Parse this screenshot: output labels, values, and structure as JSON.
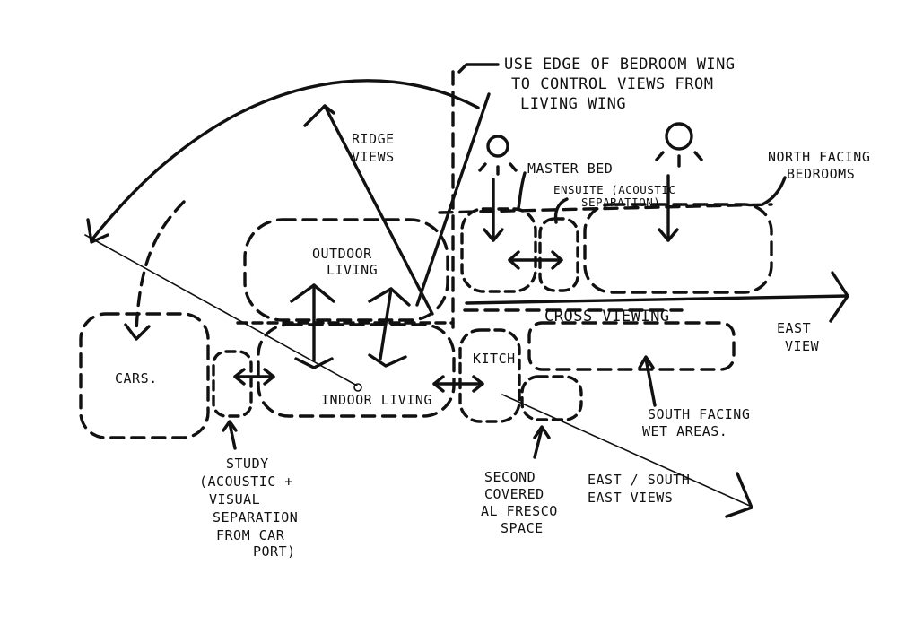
{
  "labels": {
    "bedroom_wing_note": [
      "USE EDGE OF BEDROOM WING",
      "TO CONTROL VIEWS FROM",
      "LIVING WING"
    ],
    "ridge_views": [
      "RIDGE",
      "VIEWS"
    ],
    "master_bed": "MASTER BED",
    "ensuite": [
      "ENSUITE (ACOUSTIC",
      "SEPARATION)"
    ],
    "north_bedrooms": [
      "NORTH FACING",
      "BEDROOMS"
    ],
    "outdoor_living": [
      "OUTDOOR",
      "LIVING"
    ],
    "cross_viewing": "CROSS VIEWING",
    "east_view": [
      "EAST",
      "VIEW"
    ],
    "cars": "CARS.",
    "indoor_living": "INDOOR LIVING",
    "kitch": "KITCH.",
    "south_wet": [
      "SOUTH FACING",
      "WET AREAS."
    ],
    "study": [
      "STUDY",
      "(ACOUSTIC +",
      "VISUAL",
      "SEPARATION",
      "FROM CAR",
      "PORT)"
    ],
    "second_alfresco": [
      "SECOND",
      "COVERED",
      "AL FRESCO",
      "SPACE"
    ],
    "east_south_views": [
      "EAST / SOUTH",
      "EAST VIEWS"
    ]
  }
}
